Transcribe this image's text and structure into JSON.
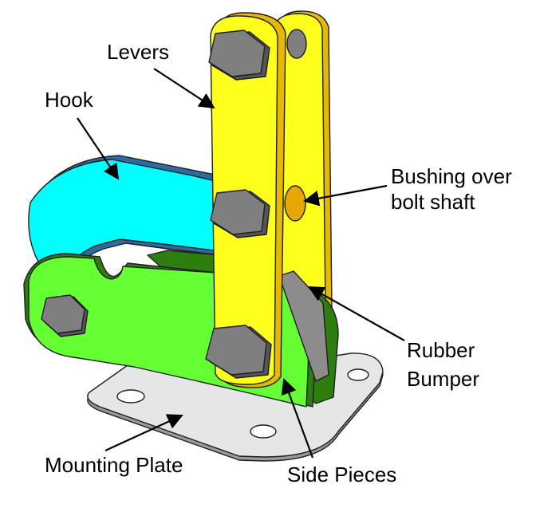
{
  "labels": {
    "levers": "Levers",
    "hook": "Hook",
    "bushing_line1": "Bushing over",
    "bushing_line2": "bolt shaft",
    "bumper_line1": "Rubber",
    "bumper_line2": "Bumper",
    "mounting_plate": "Mounting Plate",
    "side_pieces": "Side Pieces"
  },
  "colors": {
    "lever": "#ffff1e",
    "lever_edge": "#e6b800",
    "hook": "#00ffff",
    "hook_edge": "#2d6a9f",
    "side_piece": "#66ff33",
    "side_piece_edge": "#2e7d0f",
    "plate": "#e6e6e6",
    "bolt": "#7f7f7f",
    "bushing": "#e6a800",
    "bumper": "#8c8c8c"
  },
  "icons": [
    "hex-bolt-icon"
  ]
}
